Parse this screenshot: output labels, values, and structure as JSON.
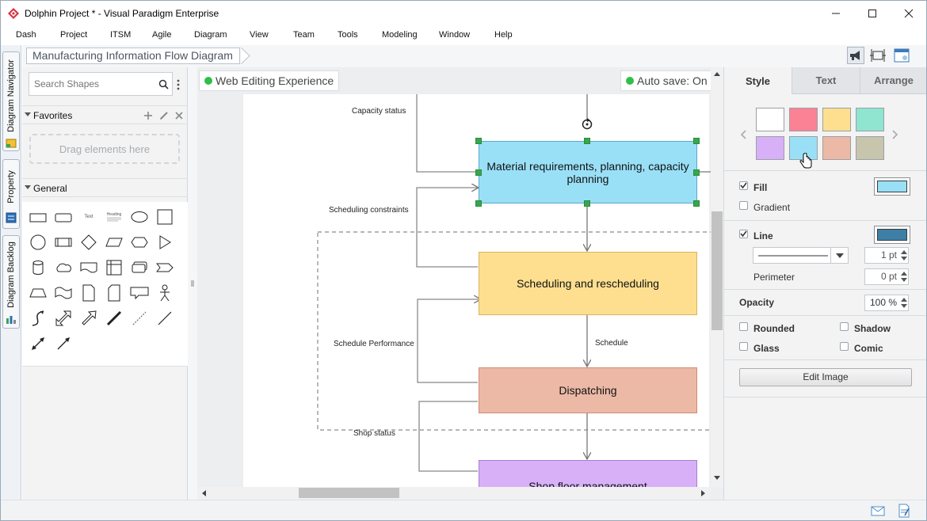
{
  "window": {
    "title": "Dolphin Project * - Visual Paradigm Enterprise"
  },
  "menu": [
    "Dash",
    "Project",
    "ITSM",
    "Agile",
    "Diagram",
    "View",
    "Team",
    "Tools",
    "Modeling",
    "Window",
    "Help"
  ],
  "left_tabs": [
    "Diagram Navigator",
    "Property",
    "Diagram Backlog"
  ],
  "breadcrumb": "Manufacturing Information Flow Diagram",
  "shapes_panel": {
    "search_placeholder": "Search Shapes",
    "favorites_label": "Favorites",
    "drag_hint": "Drag elements here",
    "general_label": "General",
    "mini_text": "Text",
    "mini_heading": "Heading"
  },
  "canvas": {
    "web_badge": "Web Editing Experience",
    "autosave_badge": "Auto save: On",
    "nodes": [
      {
        "label": "Material requirements, planning, capacity planning",
        "color": "#99e0f7"
      },
      {
        "label": "Scheduling and rescheduling",
        "color": "#fddf8f"
      },
      {
        "label": "Dispatching",
        "color": "#ecb9a6"
      },
      {
        "label": "Shop floor management",
        "color": "#d7b0f7"
      }
    ],
    "flow_labels": {
      "capacity": "Capacity status",
      "constraints": "Scheduling constraints",
      "performance": "Schedule Performance",
      "schedule": "Schedule",
      "shop": "Shop status"
    }
  },
  "properties": {
    "tabs": [
      "Style",
      "Text",
      "Arrange"
    ],
    "active_tab": "Style",
    "swatches": [
      "#ffffff",
      "#fb8294",
      "#fddf8f",
      "#8fe5d0",
      "#d7b0f7",
      "#99e0f7",
      "#ecb9a6",
      "#c8c5ad"
    ],
    "fill": {
      "label": "Fill",
      "checked": true,
      "color": "#99e0f7"
    },
    "gradient": {
      "label": "Gradient",
      "checked": false
    },
    "line": {
      "label": "Line",
      "checked": true,
      "color": "#3d7fa6",
      "weight": "1 pt"
    },
    "perimeter": {
      "label": "Perimeter",
      "value": "0 pt"
    },
    "opacity": {
      "label": "Opacity",
      "value": "100 %"
    },
    "options": {
      "rounded": "Rounded",
      "shadow": "Shadow",
      "glass": "Glass",
      "comic": "Comic"
    },
    "edit_image": "Edit Image"
  }
}
